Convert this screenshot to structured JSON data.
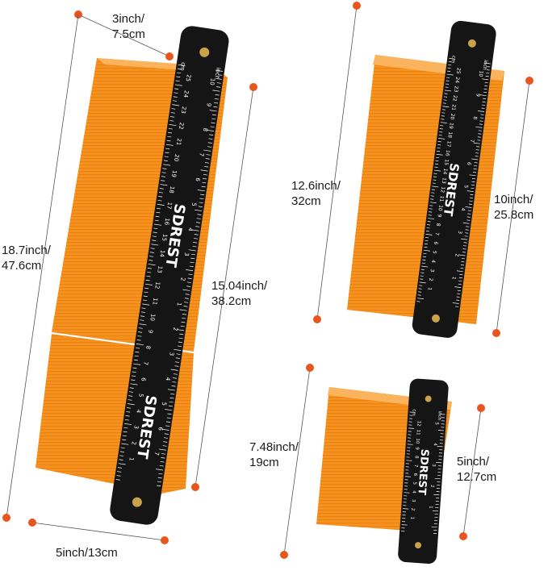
{
  "brand": "SDREST",
  "units": {
    "inch": "inch",
    "cm": "cm"
  },
  "colors": {
    "gauge_orange": "#f7921e",
    "gauge_orange_dark": "#e2780c",
    "ruler_black": "#151515",
    "dimension_dot": "#e8551e",
    "dimension_line": "#555555"
  },
  "gauges": [
    {
      "size": "large",
      "dimensions": {
        "ruler_width": {
          "line1": "3inch/",
          "line2": "7.5cm"
        },
        "total_length": {
          "line1": "18.7inch/",
          "line2": "47.6cm"
        },
        "ruler_length": {
          "line1": "15.04inch/",
          "line2": "38.2cm"
        },
        "gauge_width": {
          "line1": "5inch/13cm"
        }
      },
      "ruler_inch_numbers": [
        "10",
        "9",
        "8",
        "7",
        "6",
        "5",
        "4",
        "3",
        "2",
        "1",
        "2",
        "3",
        "4",
        "5",
        "6",
        "7"
      ],
      "ruler_cm_numbers": [
        "25",
        "24",
        "23",
        "22",
        "21",
        "20",
        "19",
        "18",
        "17",
        "16",
        "15",
        "14",
        "13",
        "12",
        "11",
        "10",
        "9",
        "8",
        "7",
        "6",
        "5",
        "4",
        "3",
        "2",
        "1"
      ]
    },
    {
      "size": "medium",
      "dimensions": {
        "total_length": {
          "line1": "12.6inch/",
          "line2": "32cm"
        },
        "gauge_width": {
          "line1": "10inch/",
          "line2": "25.8cm"
        }
      },
      "ruler_inch_numbers": [
        "10",
        "9",
        "8",
        "7",
        "6",
        "5",
        "4",
        "3",
        "2",
        "1"
      ],
      "ruler_cm_numbers": [
        "25",
        "24",
        "23",
        "22",
        "21",
        "20",
        "19",
        "18",
        "17",
        "16",
        "15",
        "14",
        "13",
        "12",
        "11",
        "10",
        "9",
        "8",
        "7",
        "6",
        "5",
        "4",
        "3",
        "2",
        "1"
      ]
    },
    {
      "size": "small",
      "dimensions": {
        "total_length": {
          "line1": "7.48inch/",
          "line2": "19cm"
        },
        "gauge_width": {
          "line1": "5inch/",
          "line2": "12.7cm"
        }
      },
      "ruler_inch_numbers": [
        "5",
        "4",
        "3",
        "2",
        "1"
      ],
      "ruler_cm_numbers": [
        "12",
        "11",
        "10",
        "9",
        "8",
        "7",
        "6",
        "5",
        "4",
        "3",
        "2",
        "1"
      ]
    }
  ]
}
